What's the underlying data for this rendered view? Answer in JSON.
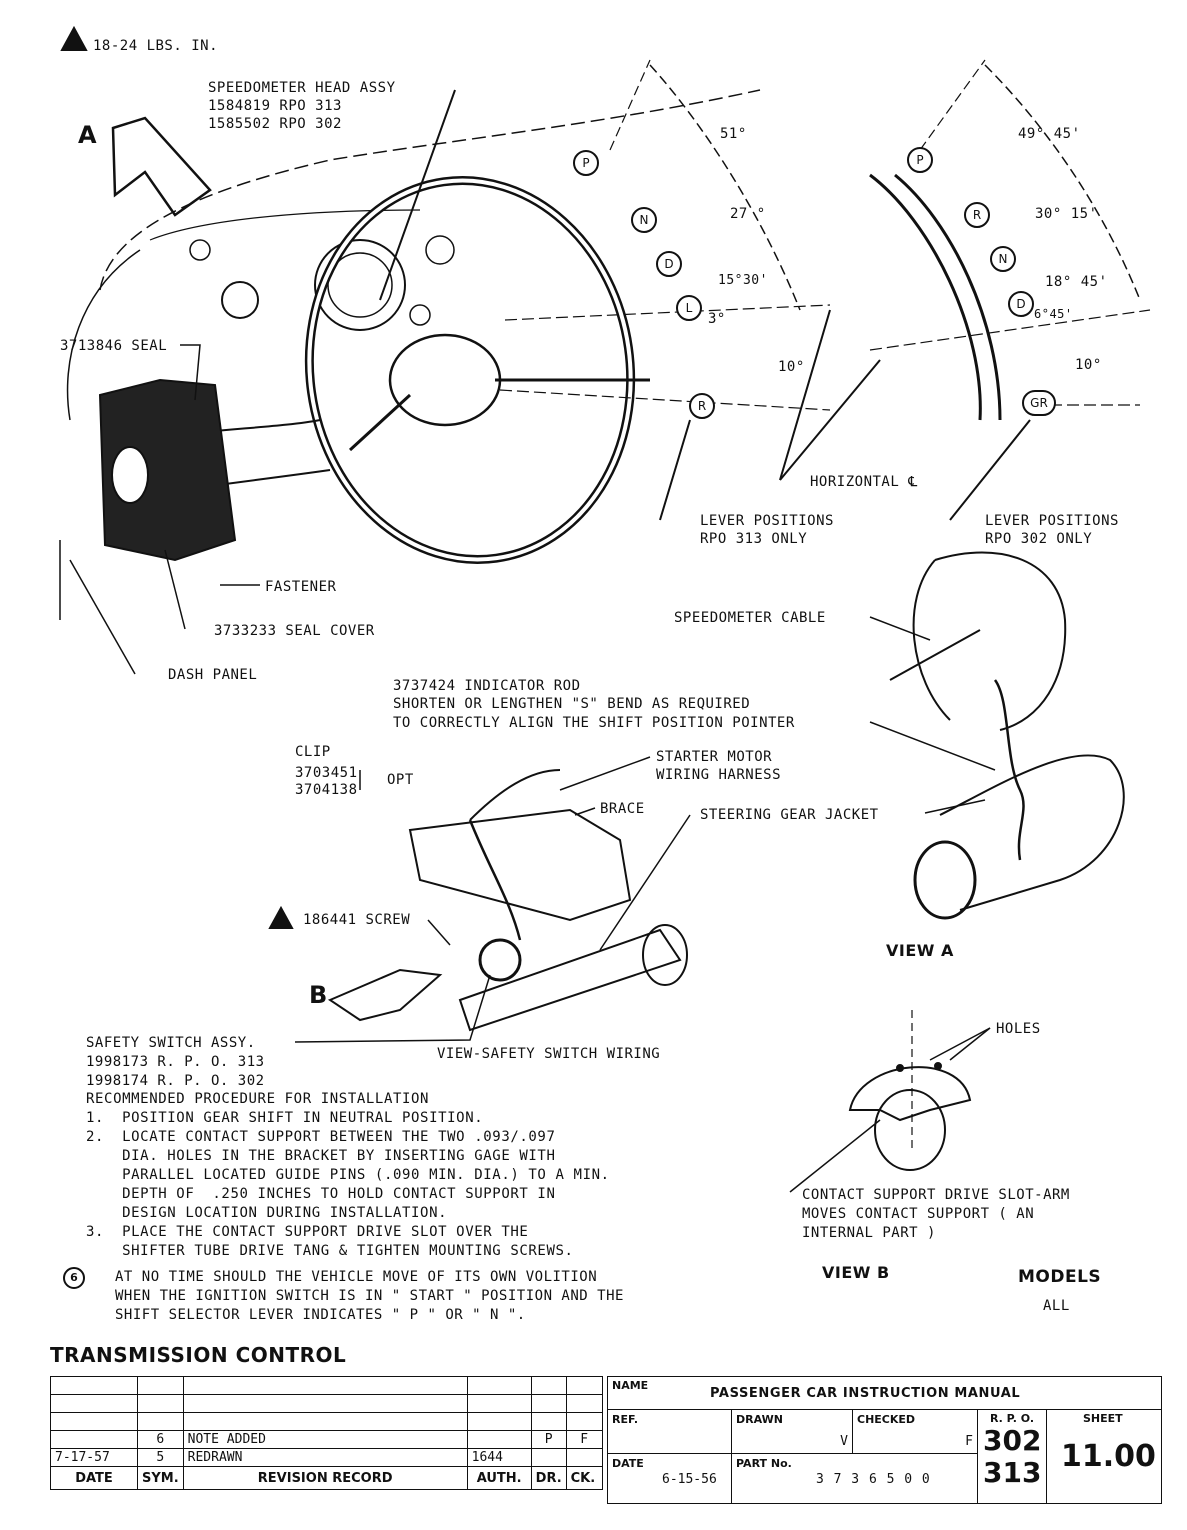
{
  "torque_note": "18-24 LBS. IN.",
  "speedometer": {
    "title": "SPEEDOMETER HEAD ASSY",
    "part1": "1584819 RPO 313",
    "part2": "1585502 RPO 302"
  },
  "view_a_arrow": "A",
  "view_b_arrow": "B",
  "seal": "3713846 SEAL",
  "fastener": "FASTENER",
  "seal_cover": "3733233 SEAL COVER",
  "dash_panel": "DASH PANEL",
  "angles_313": {
    "a1": "51°",
    "a2": "27 °",
    "a3": "15°30'",
    "a4": "3°",
    "a5": "10°"
  },
  "angles_302": {
    "a1": "49° 45'",
    "a2": "30° 15'",
    "a3": "18° 45'",
    "a4": "6°45'",
    "a5": "10°"
  },
  "positions_313": [
    "P",
    "N",
    "D",
    "L",
    "R"
  ],
  "positions_302": [
    "P",
    "R",
    "N",
    "D",
    "GR"
  ],
  "horizontal": "HORIZONTAL ℄",
  "lever_313": {
    "line1": "LEVER POSITIONS",
    "line2": "RPO 313 ONLY"
  },
  "lever_302": {
    "line1": "LEVER POSITIONS",
    "line2": "RPO 302 ONLY"
  },
  "speedometer_cable": "SPEEDOMETER CABLE",
  "indicator_rod": {
    "line1": "3737424 INDICATOR ROD",
    "line2": "SHORTEN OR LENGTHEN \"S\" BEND AS REQUIRED",
    "line3": "TO CORRECTLY ALIGN THE SHIFT POSITION POINTER"
  },
  "clip": {
    "title": "CLIP",
    "p1": "3703451",
    "p2": "3704138",
    "opt": "OPT"
  },
  "starter": {
    "line1": "STARTER MOTOR",
    "line2": "WIRING HARNESS"
  },
  "brace": "BRACE",
  "steering_jacket": "STEERING GEAR JACKET",
  "screw": "186441 SCREW",
  "view_a": "VIEW A",
  "view_safety": "VIEW-SAFETY SWITCH WIRING",
  "safety_switch": {
    "title": "SAFETY SWITCH ASSY.",
    "p1": "1998173 R. P. O. 313",
    "p2": "1998174 R. P. O. 302"
  },
  "procedure": [
    "RECOMMENDED PROCEDURE FOR INSTALLATION",
    "1.  POSITION GEAR SHIFT IN NEUTRAL POSITION.",
    "2.  LOCATE CONTACT SUPPORT BETWEEN THE TWO .093/.097",
    "    DIA. HOLES IN THE BRACKET BY INSERTING GAGE WITH",
    "    PARALLEL LOCATED GUIDE PINS (.090 MIN. DIA.) TO A MIN.",
    "    DEPTH OF  .250 INCHES TO HOLD CONTACT SUPPORT IN",
    "    DESIGN LOCATION DURING INSTALLATION.",
    "3.  PLACE THE CONTACT SUPPORT DRIVE SLOT OVER THE",
    "    SHIFTER TUBE DRIVE TANG & TIGHTEN MOUNTING SCREWS."
  ],
  "note_symbol": "6",
  "note": [
    "AT NO TIME SHOULD THE VEHICLE MOVE OF ITS OWN VOLITION",
    "WHEN THE IGNITION SWITCH IS IN \" START \" POSITION AND THE",
    "SHIFT SELECTOR LEVER INDICATES \" P \" OR \" N \"."
  ],
  "holes": "HOLES",
  "contact_support": {
    "line1": "CONTACT SUPPORT DRIVE SLOT-ARM",
    "line2": "MOVES CONTACT SUPPORT ( AN",
    "line3": "INTERNAL PART )"
  },
  "view_b": "VIEW B",
  "models": {
    "title": "MODELS",
    "value": "ALL"
  },
  "section_title": "TRANSMISSION CONTROL",
  "revisions": [
    {
      "date": "",
      "sym": "6",
      "record": "NOTE ADDED",
      "auth": "",
      "dr": "P",
      "ck": "F"
    },
    {
      "date": "7-17-57",
      "sym": "5",
      "record": "REDRAWN",
      "auth": "1644",
      "dr": "",
      "ck": ""
    }
  ],
  "rev_headers": {
    "date": "DATE",
    "sym": "SYM.",
    "record": "REVISION RECORD",
    "auth": "AUTH.",
    "dr": "DR.",
    "ck": "CK."
  },
  "title_block": {
    "name_label": "NAME",
    "name": "PASSENGER CAR INSTRUCTION MANUAL",
    "ref_label": "REF.",
    "drawn_label": "DRAWN",
    "drawn": "V",
    "checked_label": "CHECKED",
    "checked": "F",
    "rpo_label": "R. P. O.",
    "rpo1": "302",
    "rpo2": "313",
    "sheet_label": "SHEET",
    "sheet": "11.00",
    "date_label": "DATE",
    "date": "6-15-56",
    "part_label": "PART No.",
    "part": "3 7 3 6 5 0 0"
  }
}
